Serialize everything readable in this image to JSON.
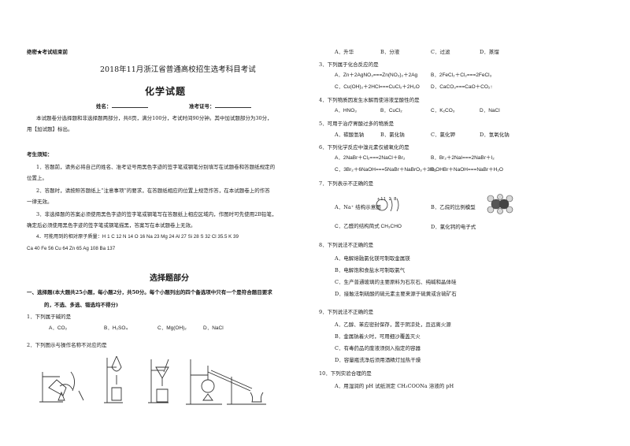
{
  "header": {
    "confidential": "绝密★考试结束前",
    "exam_title": "2018年11月浙江省普通高校招生选考科目考试",
    "subject": "化学试题"
  },
  "candidate": {
    "name_label": "姓名：",
    "id_label": "准考证号："
  },
  "intro": {
    "line1": "本试题卷分选择题和非选择题两部分，共8页，满分100分，考试时间90分钟。其中加试题部分为30分，",
    "line2": "用【加试题】标出。"
  },
  "notes": {
    "heading": "考生须知：",
    "n1a": "1．答题前，请务必将自己的姓名、准考证号用黑色字迹的签字笔或钢笔分别填写在试题卷和答题纸规定的",
    "n1b": "位置上。",
    "n2a": "2．答题时，请按照答题纸上“注意事项”的要求，在答题纸相应的位置上规范作答，在本试题卷上的作答",
    "n2b": "一律无效。",
    "n3a": "3．非选择题的答案必须使用黑色字迹的签字笔或钢笔写在答题纸上相应区域内，作图时可先使用2B铅笔，",
    "n3b": "确定后必须使用黑色字迹的签字笔或钢笔描黑，答案写在本试题卷上无效。",
    "n4a": "4．可能用到的相对原子质量：H 1   C 12   N 14   O 16   Na 23   Mg 24   Al 27   Si 28   S 32   Cl 35.5   K 39",
    "n4b": "Ca 40   Fe 56   Cu 64   Zn 65   Ag 108   Ba 137"
  },
  "section": {
    "title": "选择题部分",
    "part1a": "一、选择题(本大题共25小题，每小题2分，共50分。每个小题列出的四个备选项中只有一个是符合题目要求",
    "part1b": "的，不选、多选、错选均不得分)"
  },
  "q1": {
    "stem": "1．下列属于碱的是",
    "a": "A．CO₂",
    "b": "B．H₂SO₄",
    "c": "C．Mg(OH)₂",
    "d": "D．NaCl"
  },
  "q2": {
    "stem": "2．下列图示与操作名称不对应的是",
    "a": "A．升华",
    "b": "B．分液",
    "c": "C．过滤",
    "d": "D．蒸馏"
  },
  "q3": {
    "stem": "3．下列属于化合反应的是",
    "a": "A．Zn＋2AgNO₃===Zn(NO₃)₂＋2Ag",
    "b": "B．2FeCl₂＋Cl₂===2FeCl₃",
    "c": "C．Cu(OH)₂＋2HCl===CuCl₂＋2H₂O",
    "d": "D．CaCO₃===CaO＋CO₂↑"
  },
  "q4": {
    "stem": "4．下列物质因发生水解而使溶液呈酸性的是",
    "a": "A．HNO₃",
    "b": "B．CuCl₂",
    "c": "C．K₂CO₃",
    "d": "D．NaCl"
  },
  "q5": {
    "stem": "5．可用于治疗胃酸过多的物质是",
    "a": "A．碳酸氢钠",
    "b": "B．氯化钠",
    "c": "C．氯化钾",
    "d": "D．氢氧化钠"
  },
  "q6": {
    "stem": "6．下列化学反应中溴元素仅被氧化的是",
    "a": "A．2NaBr＋Cl₂===2NaCl＋Br₂",
    "b": "B．Br₂＋2NaI===2NaBr＋I₂",
    "c": "C．3Br₂＋6NaOH===5NaBr＋NaBrO₃＋3H₂O",
    "d": "D．HBr＋NaOH===NaBr＋H₂O"
  },
  "q7": {
    "stem": "7．下列表示不正确的是",
    "a": "A．Na⁺ 结构示意图",
    "diagram_text": "+11 2 8",
    "b": "B．乙烷的比例模型",
    "c": "C．乙醛的结构简式 CH₃CHO",
    "d": "D．氯化钙的电子式"
  },
  "q8": {
    "stem": "8．下列说法不正确的是",
    "a": "A．电解熔融氯化镁可制取金属镁",
    "b": "B．电解饱和食盐水可制取氯气",
    "c": "C．生产普通玻璃的主要原料为石灰石、纯碱和晶体硅",
    "d": "D．接触法制硫酸的硫元素主要来源于硫黄或含硫矿石"
  },
  "q9": {
    "stem": "9．下列说法不正确的是",
    "a": "A．乙醇、苯应密封保存，置于阴凉处，且远离火源",
    "b": "B．金属钠着火时，可用细沙覆盖灭火",
    "c": "C．有毒药品的废液须倒入指定的容器",
    "d": "D．容量瓶洗净后须用酒精灯加热干燥"
  },
  "q10": {
    "stem": "10．下列实验合理的是",
    "a": "A．用湿润的 pH 试纸测定 CH₃COONa 溶液的 pH"
  },
  "colors": {
    "text": "#1a1a1a",
    "line": "#333333"
  }
}
